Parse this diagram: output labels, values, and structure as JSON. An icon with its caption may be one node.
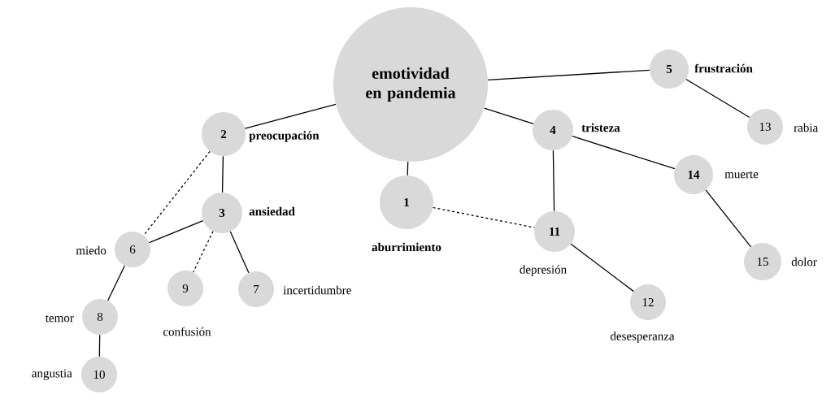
{
  "diagram": {
    "nodes": [
      {
        "text": [
          "emotividad en pandemia"
        ]
      },
      {
        "text": [
          "1"
        ],
        "beside": [
          "aburrimiento"
        ]
      },
      {
        "text": [
          "2"
        ],
        "beside": [
          "preocupación"
        ]
      },
      {
        "text": [
          "3"
        ],
        "beside": [
          "ansiedad"
        ]
      },
      {
        "text": [
          "4"
        ],
        "beside": [
          "tristeza"
        ]
      },
      {
        "text": [
          "5"
        ],
        "beside": [
          "frustración"
        ]
      },
      {
        "text": [
          "6"
        ],
        "beside": [
          "miedo"
        ]
      },
      {
        "text": [
          "7"
        ],
        "beside": [
          "incertidumbre"
        ]
      },
      {
        "text": [
          "8"
        ],
        "beside": [
          "temor"
        ]
      },
      {
        "text": [
          "9"
        ],
        "beside": [
          "confusión"
        ]
      },
      {
        "text": [
          "10"
        ],
        "beside": [
          "angustia"
        ]
      },
      {
        "text": [
          "11"
        ],
        "beside": [
          "depresión"
        ]
      },
      {
        "text": [
          "12"
        ],
        "beside": [
          "desesperanza"
        ]
      },
      {
        "text": [
          "13"
        ],
        "beside": [
          "rabia"
        ]
      },
      {
        "text": [
          "14"
        ],
        "beside": [
          "muerte"
        ]
      },
      {
        "text": [
          "15"
        ],
        "beside": [
          "dolor"
        ]
      }
    ],
    "edges": [
      {
        "from": 0,
        "to": 2,
        "arrow": "none"
      },
      {
        "from": 0,
        "to": 1,
        "arrow": "none"
      },
      {
        "from": 0,
        "to": 4,
        "arrow": "none"
      },
      {
        "from": 0,
        "to": 5,
        "arrow": "none"
      },
      {
        "from": 5,
        "to": 13,
        "arrow": "none"
      },
      {
        "from": 4,
        "to": 14,
        "arrow": "none"
      },
      {
        "from": 14,
        "to": 15,
        "arrow": "none"
      },
      {
        "from": 4,
        "to": 11,
        "arrow": "none"
      },
      {
        "from": 11,
        "to": 12,
        "arrow": "none"
      },
      {
        "from": 1,
        "to": 11,
        "arrow": "none",
        "style": "dashed"
      },
      {
        "from": 2,
        "to": 3,
        "arrow": "none"
      },
      {
        "from": 2,
        "to": 6,
        "arrow": "none",
        "style": "dashed"
      },
      {
        "from": 3,
        "to": 6,
        "arrow": "none"
      },
      {
        "from": 3,
        "to": 9,
        "arrow": "none",
        "style": "dashed"
      },
      {
        "from": 3,
        "to": 7,
        "arrow": "none"
      },
      {
        "from": 6,
        "to": 8,
        "arrow": "none"
      },
      {
        "from": 8,
        "to": 10,
        "arrow": "none"
      }
    ]
  }
}
